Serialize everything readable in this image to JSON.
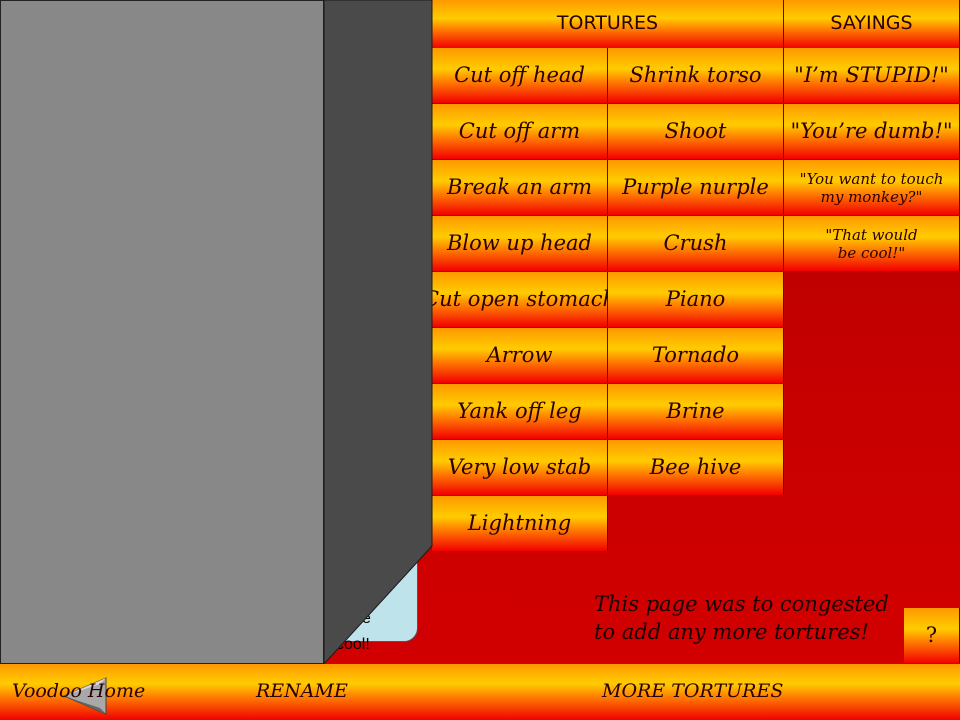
{
  "headers": {
    "tortures": "TORTURES",
    "sayings": "SAYINGS"
  },
  "tortures": [
    "Cut off head",
    "Shrink torso",
    "Cut off arm",
    "Shoot",
    "Break an arm",
    "Purple nurple",
    "Blow up head",
    "Crush",
    "Cut open stomach",
    "Piano",
    "Arrow",
    "Tornado",
    "Yank off leg",
    "Brine",
    "Very low stab",
    "Bee hive",
    "Lightning"
  ],
  "sayings": [
    "\"I’m STUPID!\"",
    "\"You’re dumb!\"",
    "\"You want to touch my monkey?\"",
    "\"That would be cool!\""
  ],
  "bubble": {
    "partial_letter": "e",
    "partial_text": "cool!"
  },
  "note": {
    "line1": "This page was to congested",
    "line2": "to add any more tortures!"
  },
  "help_button": "?",
  "footer": {
    "home": "Voodoo Home",
    "rename": "RENAME",
    "more": "MORE TORTURES"
  },
  "icons": {
    "back": "back-arrow-icon"
  }
}
